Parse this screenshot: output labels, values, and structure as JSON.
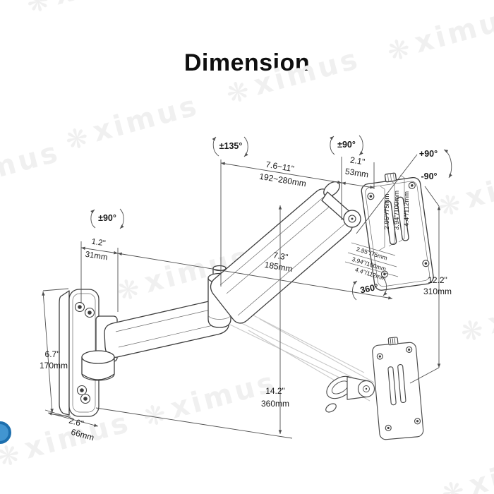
{
  "title": "Dimension",
  "watermark": {
    "brand": "ximus",
    "gear_icon": "❋"
  },
  "colors": {
    "line": "#3d3d3d",
    "dimension_line": "#4f4f4f",
    "ghost_line": "#c9c9c9",
    "text": "#191919",
    "watermark": "#f0f0f0",
    "blue_artifact": "#3f92cf"
  },
  "angles": {
    "elbow_swivel": "±135°",
    "vesa_swivel": "±90°",
    "wall_swivel": "±90°",
    "tilt_up": "+90°",
    "tilt_down": "-90°",
    "rotation": "360°"
  },
  "dims": {
    "extension": {
      "inch": "7.6~11\"",
      "mm": "192~280mm"
    },
    "head_depth": {
      "inch": "2.1\"",
      "mm": "53mm"
    },
    "wall_clearance": {
      "inch": "1.2\"",
      "mm": "31mm"
    },
    "lower_arm": {
      "inch": "7.3\"",
      "mm": "185mm"
    },
    "plate_height": {
      "inch": "6.7\"",
      "mm": "170mm"
    },
    "plate_width": {
      "inch": "2.6\"",
      "mm": "66mm"
    },
    "height_range": {
      "inch": "12.2\"",
      "mm": "310mm"
    },
    "pivot_height": {
      "inch": "14.2\"",
      "mm": "360mm"
    },
    "vesa": {
      "v75": "2.95\"/75mm",
      "v100": "3.94\"/100mm",
      "v112": "4.4\"/112mm"
    }
  }
}
